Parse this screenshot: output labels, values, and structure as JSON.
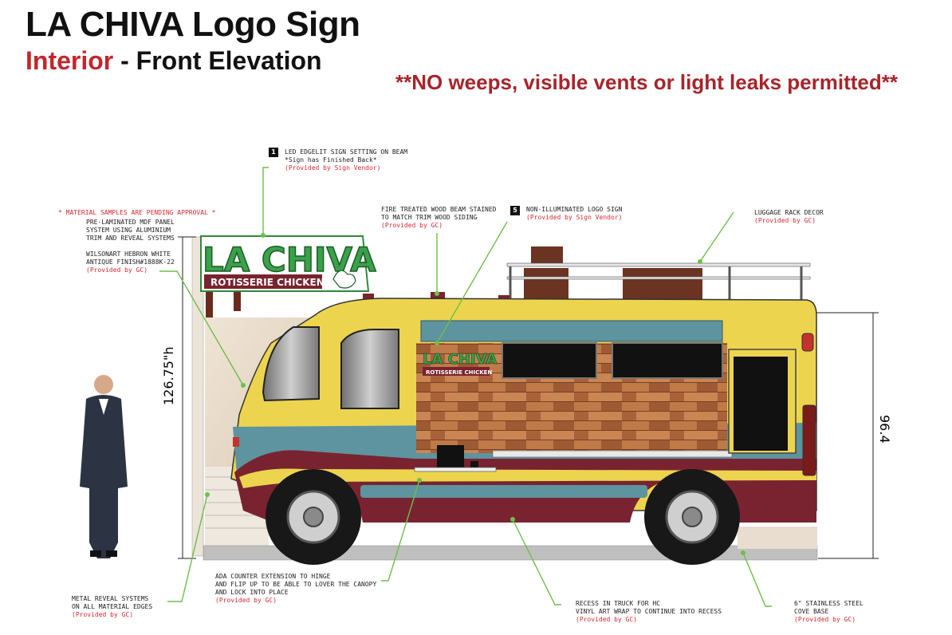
{
  "header": {
    "title": "LA CHIVA Logo Sign",
    "subtitle_red": "Interior",
    "subtitle_rest": " - Front Elevation",
    "warning": "**NO weeps, visible vents or light leaks permitted**"
  },
  "colors": {
    "truck_yellow": "#ecd44f",
    "truck_teal": "#5e93a0",
    "truck_maroon": "#7a2330",
    "logo_green": "#3aa14b",
    "callout_green": "#6cbf4a",
    "provider_red": "#d7282f"
  },
  "logo": {
    "name": "LA CHIVA",
    "tagline": "ROTISSERIE CHICKEN"
  },
  "callouts": {
    "c1": {
      "number": "1",
      "label": "LED EDGELIT SIGN SETTING ON BEAM",
      "sub": "*Sign has Finished Back*",
      "provider": "(Provided by Sign Vendor)"
    },
    "material": {
      "alert": "* MATERIAL SAMPLES ARE PENDING APPROVAL *",
      "line1": "PRE-LAMINATED MDF PANEL",
      "line2": "SYSTEM USING ALUMINIUM",
      "line3": "TRIM AND REVEAL SYSTEMS"
    },
    "wilsonart": {
      "line1": "WILSONART HEBRON WHITE",
      "line2": "ANTIQUE FINISH#1888K-22",
      "provider": "(Provided by GC)"
    },
    "beam": {
      "line1": "FIRE TREATED WOOD BEAM STAINED",
      "line2": "TO MATCH TRIM WOOD SIDING",
      "provider": "(Provided by GC)"
    },
    "c5": {
      "number": "5",
      "label": "NON-ILLUMINATED LOGO SIGN",
      "provider": "(Provided by Sign Vendor)"
    },
    "rack": {
      "label": "LUGGAGE RACK DECOR",
      "provider": "(Provided by GC)"
    },
    "metal": {
      "line1": "METAL  REVEAL SYSTEMS",
      "line2": "ON ALL MATERIAL EDGES",
      "provider": "(Provided by GC)"
    },
    "ada": {
      "line1": "ADA COUNTER EXTENSION TO HINGE",
      "line2": "AND FLIP UP TO BE ABLE TO LOVER THE CANOPY",
      "line3": "AND LOCK INTO PLACE",
      "provider": "(Provided by GC)"
    },
    "recess": {
      "line1": "RECESS IN TRUCK FOR HC",
      "line2": "VINYL ART WRAP TO CONTINUE INTO RECESS",
      "provider": "(Provided by GC)"
    },
    "cove": {
      "line1": "6\" STAINLESS STEEL",
      "line2": "COVE BASE",
      "provider": "(Provided by GC)"
    }
  },
  "dimensions": {
    "left_height": "126.75\"h",
    "right_height": "96.4"
  }
}
